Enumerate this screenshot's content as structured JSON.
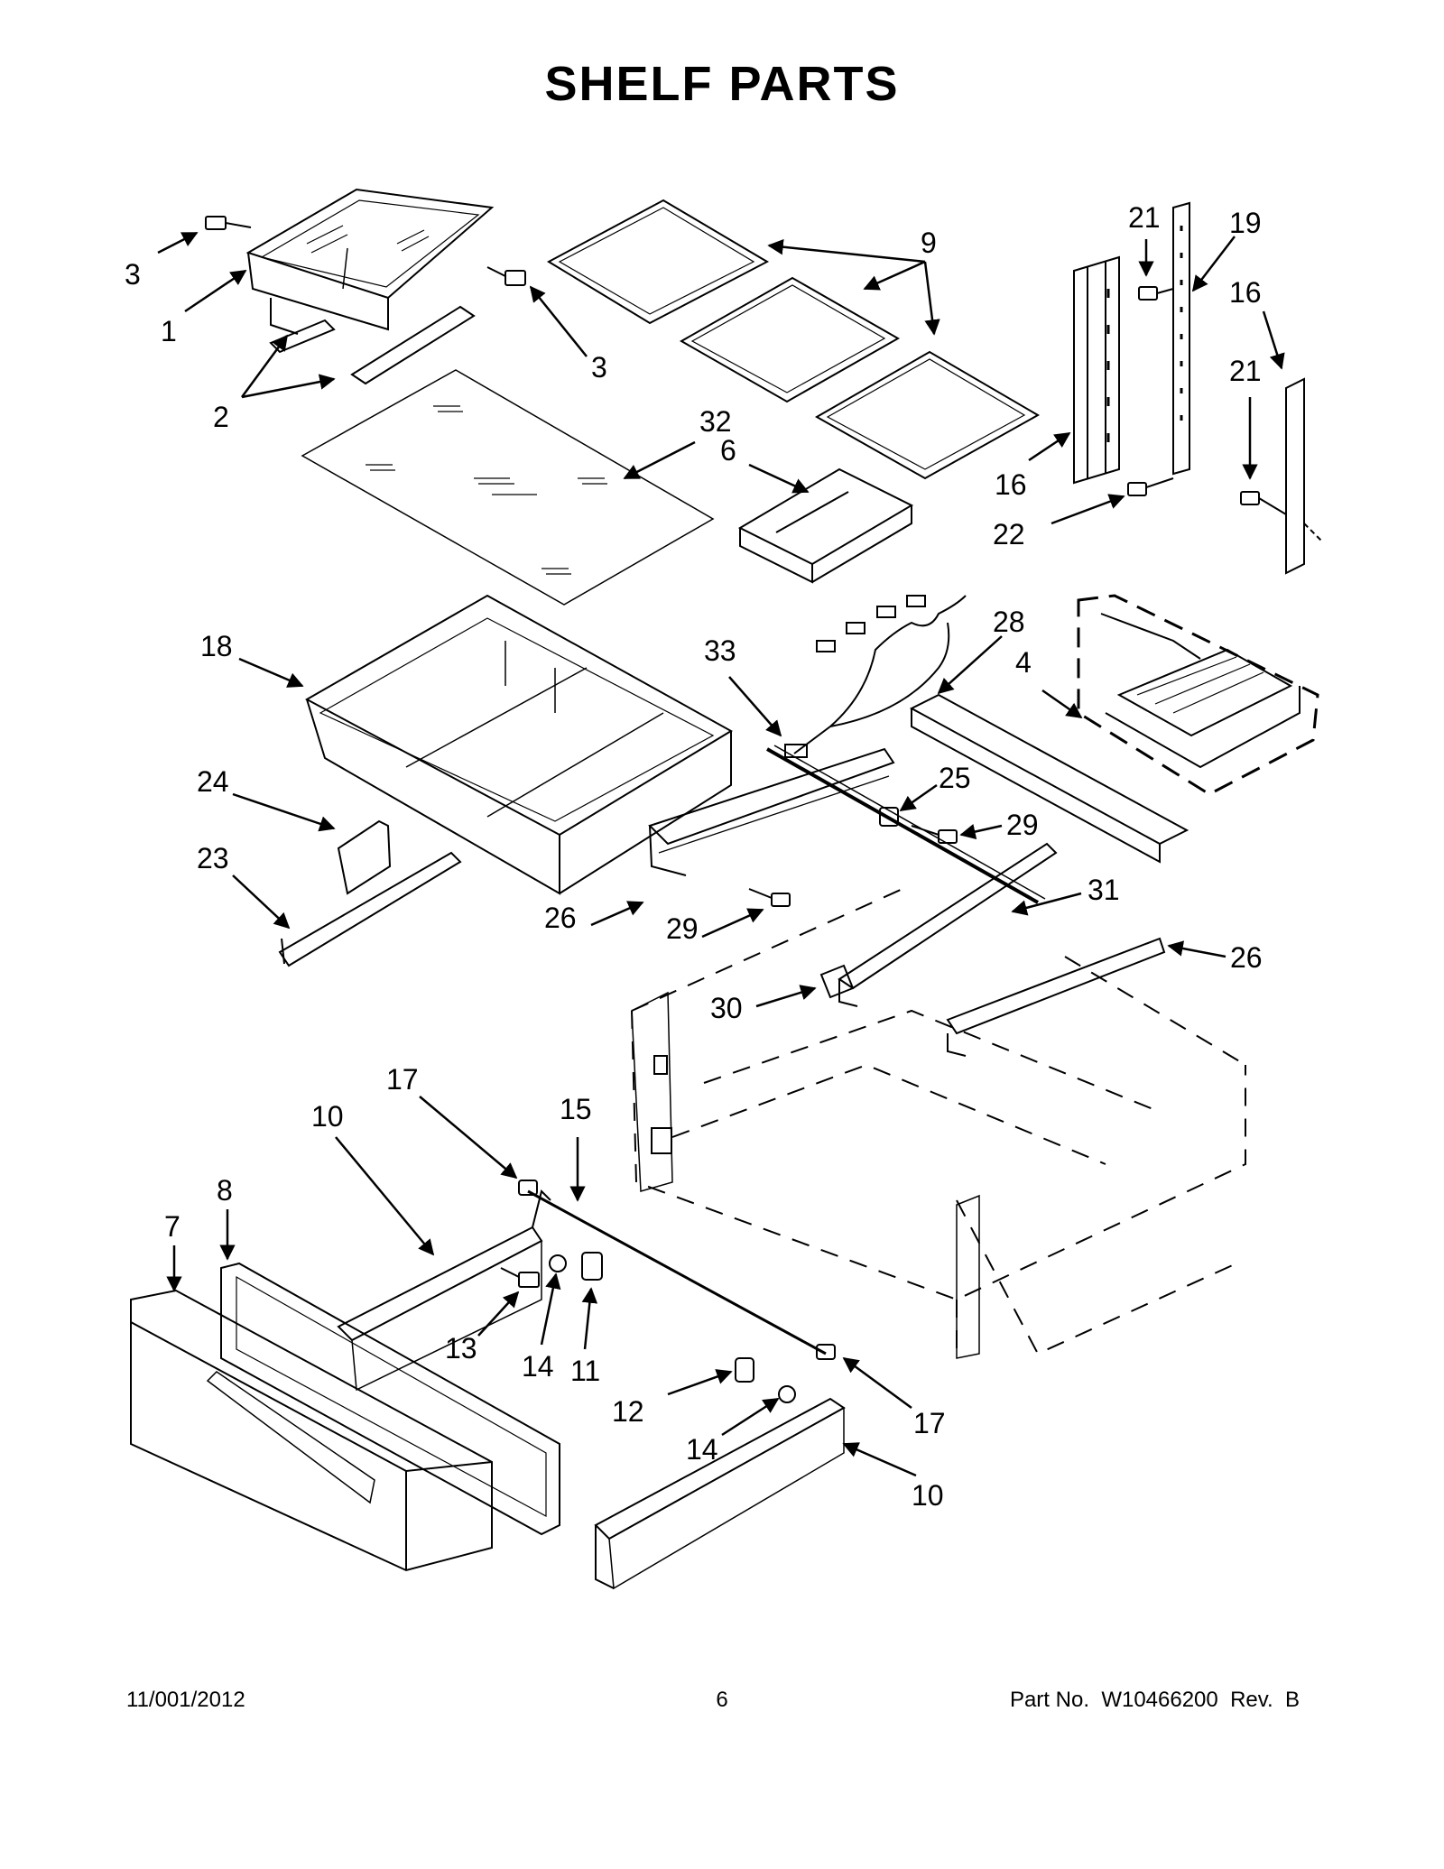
{
  "title": "SHELF PARTS",
  "footer": {
    "date": "11/001/2012",
    "page": "6",
    "part_number": "Part No.  W10466200  Rev.  B"
  },
  "callouts": [
    {
      "id": "c1",
      "label": "3"
    },
    {
      "id": "c2",
      "label": "1"
    },
    {
      "id": "c3",
      "label": "2"
    },
    {
      "id": "c4",
      "label": "3"
    },
    {
      "id": "c5",
      "label": "9"
    },
    {
      "id": "c6",
      "label": "32"
    },
    {
      "id": "c7",
      "label": "6"
    },
    {
      "id": "c8",
      "label": "21"
    },
    {
      "id": "c9",
      "label": "19"
    },
    {
      "id": "c10",
      "label": "16"
    },
    {
      "id": "c11",
      "label": "21"
    },
    {
      "id": "c12",
      "label": "16"
    },
    {
      "id": "c13",
      "label": "22"
    },
    {
      "id": "c14",
      "label": "18"
    },
    {
      "id": "c15",
      "label": "33"
    },
    {
      "id": "c16",
      "label": "28"
    },
    {
      "id": "c17",
      "label": "4"
    },
    {
      "id": "c18",
      "label": "24"
    },
    {
      "id": "c19",
      "label": "25"
    },
    {
      "id": "c20",
      "label": "29"
    },
    {
      "id": "c21",
      "label": "23"
    },
    {
      "id": "c22",
      "label": "26"
    },
    {
      "id": "c23",
      "label": "29"
    },
    {
      "id": "c24",
      "label": "31"
    },
    {
      "id": "c25",
      "label": "26"
    },
    {
      "id": "c26",
      "label": "30"
    },
    {
      "id": "c27",
      "label": "17"
    },
    {
      "id": "c28",
      "label": "15"
    },
    {
      "id": "c29",
      "label": "10"
    },
    {
      "id": "c30",
      "label": "8"
    },
    {
      "id": "c31",
      "label": "7"
    },
    {
      "id": "c32",
      "label": "13"
    },
    {
      "id": "c33",
      "label": "14"
    },
    {
      "id": "c34",
      "label": "11"
    },
    {
      "id": "c35",
      "label": "12"
    },
    {
      "id": "c36",
      "label": "17"
    },
    {
      "id": "c37",
      "label": "14"
    },
    {
      "id": "c38",
      "label": "10"
    }
  ]
}
